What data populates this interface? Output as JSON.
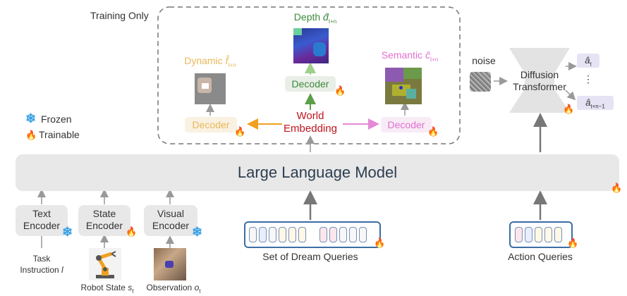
{
  "training_only": "Training Only",
  "legend": {
    "frozen": "Frozen",
    "trainable": "Trainable"
  },
  "llm": "Large Language Model",
  "world_embedding": {
    "line1": "World",
    "line2": "Embedding"
  },
  "decoders": {
    "left": "Decoder",
    "center": "Decoder",
    "right": "Decoder"
  },
  "heads": {
    "dynamic": {
      "word": "Dynamic",
      "symbol": "f̂",
      "sub": "t+n"
    },
    "depth": {
      "word": "Depth",
      "symbol": "d̂",
      "sub": "t+n"
    },
    "semantic": {
      "word": "Semantic",
      "symbol": "ĉ",
      "sub": "t+n"
    }
  },
  "noise": "noise",
  "diffusion": {
    "line1": "Diffusion",
    "line2": "Transformer"
  },
  "actions": {
    "a_t": {
      "symbol": "â",
      "sub": "t"
    },
    "dots": "⋮",
    "a_tn": {
      "symbol": "â",
      "sub": "t+n−1"
    }
  },
  "encoders": {
    "text": {
      "line1": "Text",
      "line2": "Encoder"
    },
    "state": {
      "line1": "State",
      "line2": "Encoder"
    },
    "visual": {
      "line1": "Visual",
      "line2": "Encoder"
    }
  },
  "inputs": {
    "task": {
      "line1": "Task",
      "line2": "Instruction",
      "var": "l"
    },
    "robot_state": {
      "text": "Robot State",
      "var": "s",
      "sub": "t"
    },
    "observation": {
      "text": "Observation",
      "var": "o",
      "sub": "t"
    }
  },
  "dream_queries": "Set of Dream Queries",
  "action_queries": "Action Queries",
  "colors": {
    "dynamic": "#f2c14e",
    "depth": "#3d8a3d",
    "semantic": "#e070d0",
    "world": "#c0141c",
    "orange_arrow": "#f0a020",
    "pink_arrow": "#e48ad6",
    "green_arrow": "#6fae5a",
    "query_border": "#3b6ea5"
  },
  "icons": [
    "snowflake-icon",
    "fire-icon"
  ]
}
